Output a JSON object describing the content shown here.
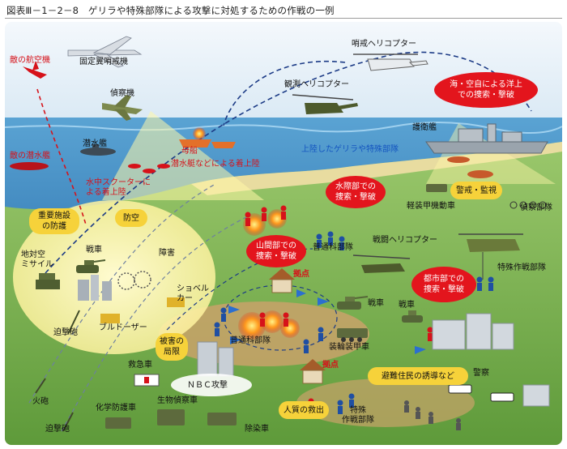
{
  "title": "図表Ⅲ－1－2－8　ゲリラや特殊部隊による攻撃に対処するための作戦の一例",
  "labels": {
    "enemy_aircraft": "敵の航空機",
    "fixed_wing_patrol": "固定翼哨戒機",
    "patrol_helicopter": "哨戒ヘリコプター",
    "recon_aircraft": "偵察機",
    "observation_helicopter": "観測ヘリコプター",
    "destroyer": "護衛艦",
    "submarine": "潜水艦",
    "enemy_submarine": "敵の潜水艦",
    "underwater_scooter": "水中スクーターに\nよる着上陸",
    "mothership": "母船",
    "submersible_landing": "潜水艇などによる着上陸",
    "landed_guerrilla": "上陸したゲリラや特殊部隊",
    "light_armored": "軽装甲機動車",
    "recon_unit": "偵察部隊",
    "tank_left": "戦車",
    "obstacle": "障害",
    "sam": "地対空\nミサイル",
    "mortar_left": "迫撃砲",
    "bulldozer": "ブルドーザー",
    "shovel_car": "ショベル\nカー",
    "infantry_top": "普通科部隊",
    "attack_helicopter": "戦闘ヘリコプター",
    "special_ops_right": "特殊作戦部隊",
    "tank_mid": "戦車",
    "tank_right": "戦車",
    "stronghold_top": "拠点",
    "infantry_mid": "普通科部隊",
    "wheeled_apc": "装輪装甲車",
    "ambulance": "救急車",
    "nbc_attack": "ＮＢＣ攻撃",
    "artillery": "火砲",
    "mortar_bottom": "迫撃砲",
    "chem_vehicle": "化学防護車",
    "bio_recon": "生物偵察車",
    "decon": "除染車",
    "stronghold_bottom": "拠点",
    "special_ops_bottom": "特殊\n作戦部隊",
    "police": "警察"
  },
  "bubbles": {
    "maritime_air": "海・空自による洋上\nでの捜索・撃破",
    "waterside": "水際部での\n捜索・撃破",
    "mountain": "山間部での\n捜索・撃破",
    "urban": "都市部での\n捜索・撃破",
    "key_facility": "重要施設\nの防護",
    "air_defense": "防空",
    "vigilance": "警戒・監視",
    "damage_limit": "被害の\n局限",
    "evacuation": "避難住民の誘導など",
    "hostage": "人質の救出"
  },
  "colors": {
    "sky_top": "#f2f7fb",
    "sea": "#4a94c8",
    "land": "#74b04e",
    "bubble_red": "#e3151d",
    "bubble_yellow": "#f6d23a",
    "label_red": "#d6121a",
    "label_blue": "#1455c0"
  }
}
